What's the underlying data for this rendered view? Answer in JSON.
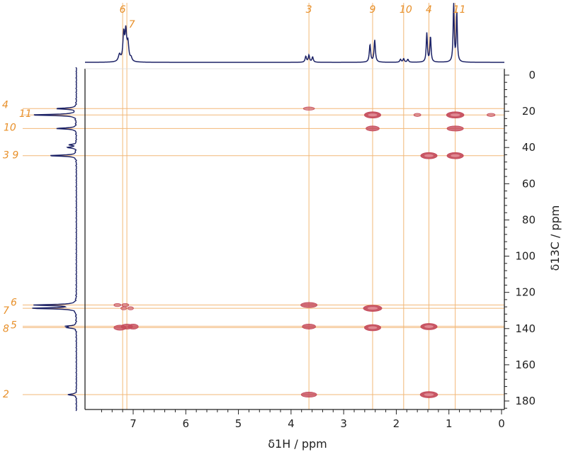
{
  "chart_data": {
    "type": "2D NMR HSQC spectrum (contour plot with 1D projections)",
    "xlabel": "δ1H / ppm",
    "ylabel": "δ13C / ppm",
    "xlim": [
      7.9,
      0
    ],
    "ylim": [
      -5,
      185
    ],
    "x_ticks": [
      "7",
      "6",
      "5",
      "4",
      "3",
      "2",
      "1",
      "0"
    ],
    "y_ticks": [
      "0",
      "20",
      "40",
      "60",
      "80",
      "100",
      "120",
      "140",
      "160",
      "180"
    ],
    "colors": {
      "spectrum": "#1c2266",
      "crosspeak": "#c44a5a",
      "guide": "#f2b878",
      "label": "#e8902a",
      "axis": "#222222"
    },
    "h_assignments": [
      {
        "label": "6",
        "ppm": 7.2
      },
      {
        "label": "7",
        "ppm": 7.12
      },
      {
        "label": "3",
        "ppm": 3.66
      },
      {
        "label": "9",
        "ppm": 2.45
      },
      {
        "label": "10",
        "ppm": 1.86
      },
      {
        "label": "4",
        "ppm": 1.38
      },
      {
        "label": "11",
        "ppm": 0.88
      }
    ],
    "c_assignments": [
      {
        "label": "4",
        "ppm": 18.5
      },
      {
        "label": "11",
        "ppm": 22
      },
      {
        "label": "10",
        "ppm": 29.5
      },
      {
        "label": "3 9",
        "ppm": 44.5
      },
      {
        "label": "7",
        "ppm": 128.8
      },
      {
        "label": "6",
        "ppm": 127
      },
      {
        "label": "8",
        "ppm": 139.5
      },
      {
        "label": "5",
        "ppm": 138.7
      },
      {
        "label": "2",
        "ppm": 176.5
      }
    ],
    "cross_peaks": [
      {
        "h": 3.66,
        "c": 18.5,
        "w": 0.08,
        "s": "weak"
      },
      {
        "h": 2.45,
        "c": 22,
        "w": 0.13,
        "s": "strong"
      },
      {
        "h": 1.6,
        "c": 22,
        "w": 0.04,
        "s": "weak"
      },
      {
        "h": 0.88,
        "c": 22,
        "w": 0.14,
        "s": "strong"
      },
      {
        "h": 0.2,
        "c": 22,
        "w": 0.05,
        "s": "weak"
      },
      {
        "h": 2.45,
        "c": 29.5,
        "w": 0.1,
        "s": "medium"
      },
      {
        "h": 0.88,
        "c": 29.5,
        "w": 0.13,
        "s": "medium"
      },
      {
        "h": 1.38,
        "c": 44.5,
        "w": 0.13,
        "s": "strong"
      },
      {
        "h": 0.88,
        "c": 44.5,
        "w": 0.13,
        "s": "strong"
      },
      {
        "h": 7.3,
        "c": 127,
        "w": 0.04,
        "s": "weak"
      },
      {
        "h": 7.15,
        "c": 127,
        "w": 0.04,
        "s": "weak"
      },
      {
        "h": 7.18,
        "c": 128.8,
        "w": 0.03,
        "s": "weak"
      },
      {
        "h": 7.05,
        "c": 128.8,
        "w": 0.03,
        "s": "weak"
      },
      {
        "h": 3.66,
        "c": 127,
        "w": 0.13,
        "s": "medium"
      },
      {
        "h": 2.45,
        "c": 128.8,
        "w": 0.15,
        "s": "strong"
      },
      {
        "h": 7.25,
        "c": 139.5,
        "w": 0.09,
        "s": "medium"
      },
      {
        "h": 7.12,
        "c": 138.9,
        "w": 0.08,
        "s": "medium"
      },
      {
        "h": 7.0,
        "c": 138.9,
        "w": 0.07,
        "s": "medium"
      },
      {
        "h": 3.66,
        "c": 138.9,
        "w": 0.1,
        "s": "medium"
      },
      {
        "h": 2.45,
        "c": 139.5,
        "w": 0.13,
        "s": "strong"
      },
      {
        "h": 1.38,
        "c": 138.9,
        "w": 0.13,
        "s": "strong"
      },
      {
        "h": 3.66,
        "c": 176.5,
        "w": 0.12,
        "s": "medium"
      },
      {
        "h": 1.38,
        "c": 176.5,
        "w": 0.14,
        "s": "strong"
      }
    ],
    "h_projection_peaks": [
      {
        "ppm": 7.26,
        "height": 0.12,
        "width": 0.025
      },
      {
        "ppm": 7.18,
        "height": 0.47,
        "width": 0.018
      },
      {
        "ppm": 7.14,
        "height": 0.49,
        "width": 0.018
      },
      {
        "ppm": 7.1,
        "height": 0.3,
        "width": 0.02
      },
      {
        "ppm": 7.04,
        "height": 0.06,
        "width": 0.02
      },
      {
        "ppm": 3.72,
        "height": 0.1,
        "width": 0.015
      },
      {
        "ppm": 3.66,
        "height": 0.12,
        "width": 0.015
      },
      {
        "ppm": 3.59,
        "height": 0.09,
        "width": 0.015
      },
      {
        "ppm": 2.5,
        "height": 0.3,
        "width": 0.015
      },
      {
        "ppm": 2.41,
        "height": 0.38,
        "width": 0.015
      },
      {
        "ppm": 1.92,
        "height": 0.05,
        "width": 0.015
      },
      {
        "ppm": 1.86,
        "height": 0.06,
        "width": 0.015
      },
      {
        "ppm": 1.78,
        "height": 0.05,
        "width": 0.015
      },
      {
        "ppm": 1.42,
        "height": 0.5,
        "width": 0.013
      },
      {
        "ppm": 1.35,
        "height": 0.44,
        "width": 0.013
      },
      {
        "ppm": 0.91,
        "height": 1.0,
        "width": 0.012
      },
      {
        "ppm": 0.85,
        "height": 0.85,
        "width": 0.012
      }
    ],
    "c_projection_peaks": [
      {
        "ppm": 18.5,
        "height": 0.45
      },
      {
        "ppm": 22,
        "height": 1.0
      },
      {
        "ppm": 29.5,
        "height": 0.45
      },
      {
        "ppm": 38.5,
        "height": 0.15
      },
      {
        "ppm": 40,
        "height": 0.2
      },
      {
        "ppm": 44.5,
        "height": 0.6
      },
      {
        "ppm": 127,
        "height": 0.92
      },
      {
        "ppm": 128.8,
        "height": 0.97
      },
      {
        "ppm": 138.7,
        "height": 0.22
      },
      {
        "ppm": 139.5,
        "height": 0.18
      },
      {
        "ppm": 176.5,
        "height": 0.2
      }
    ]
  }
}
